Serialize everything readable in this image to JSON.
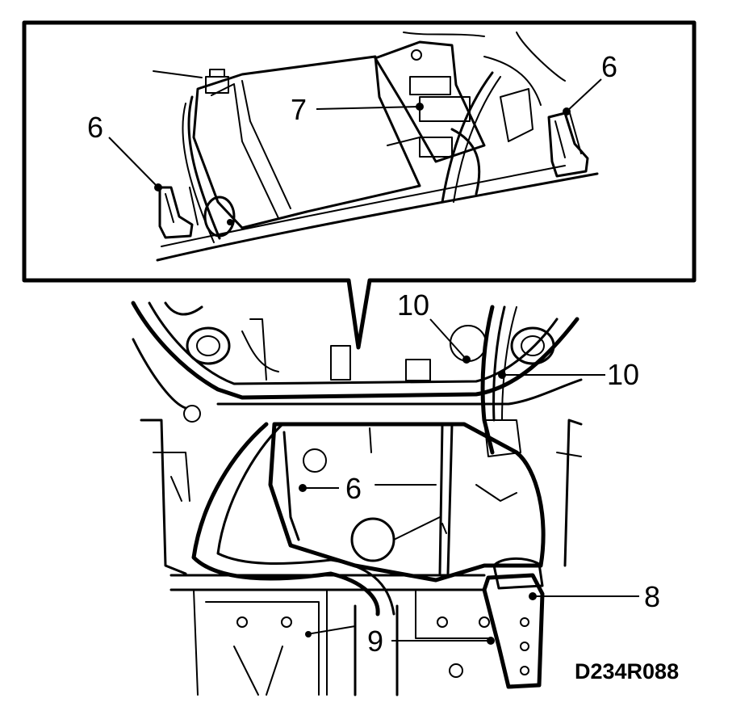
{
  "figure": {
    "code": "D234R088",
    "callouts": {
      "inset_left_6": "6",
      "inset_right_6": "6",
      "inset_7": "7",
      "main_10_top": "10",
      "main_10_right": "10",
      "main_6": "6",
      "main_8": "8",
      "main_9": "9"
    }
  }
}
